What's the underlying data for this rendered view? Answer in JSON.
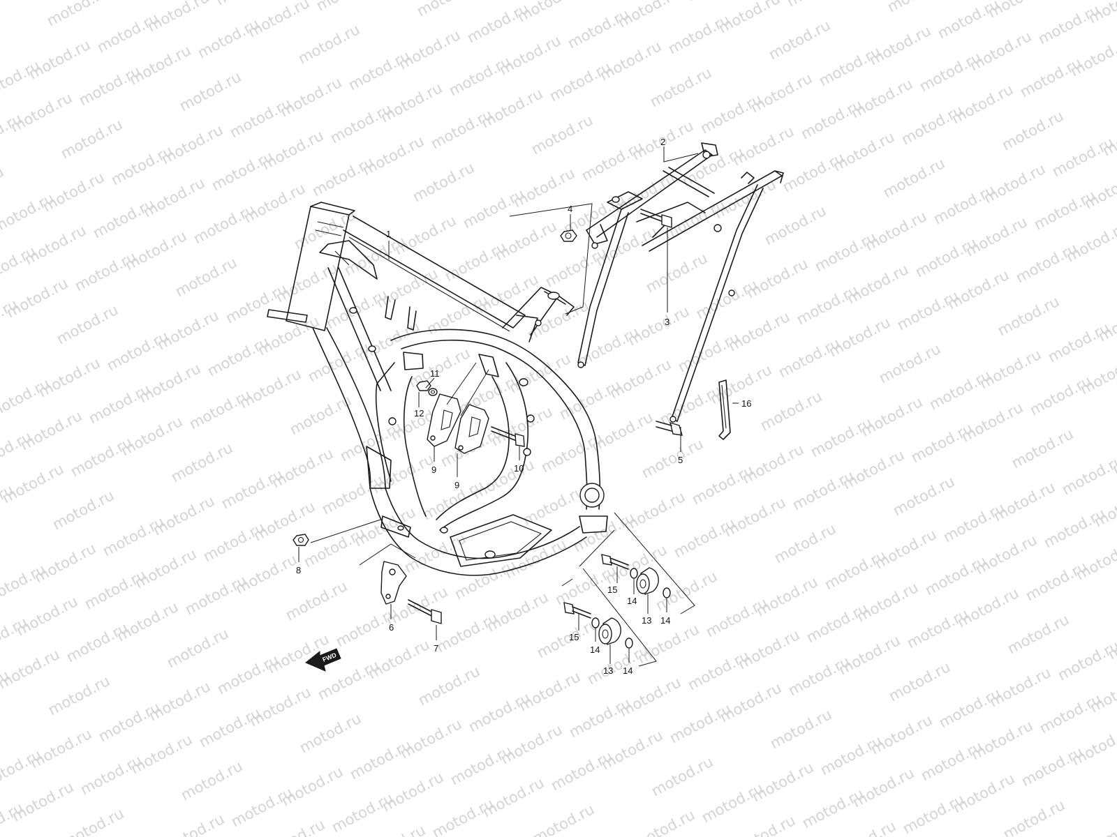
{
  "watermark": {
    "text": "motod.ru"
  },
  "colors": {
    "line": "#1a1a1a",
    "watermark": "#d4d4d4",
    "background": "#ffffff"
  },
  "direction_marker": {
    "label": "FWD",
    "icon": "fwd-arrow-icon"
  },
  "callouts": [
    {
      "id": "c1",
      "number": "1"
    },
    {
      "id": "c2",
      "number": "2"
    },
    {
      "id": "c3",
      "number": "3"
    },
    {
      "id": "c4",
      "number": "4"
    },
    {
      "id": "c5",
      "number": "5"
    },
    {
      "id": "c6",
      "number": "6"
    },
    {
      "id": "c7",
      "number": "7"
    },
    {
      "id": "c8",
      "number": "8"
    },
    {
      "id": "c9a",
      "number": "9"
    },
    {
      "id": "c9b",
      "number": "9"
    },
    {
      "id": "c10",
      "number": "10"
    },
    {
      "id": "c11",
      "number": "11"
    },
    {
      "id": "c12",
      "number": "12"
    },
    {
      "id": "c13a",
      "number": "13"
    },
    {
      "id": "c13b",
      "number": "13"
    },
    {
      "id": "c14a",
      "number": "14"
    },
    {
      "id": "c14b",
      "number": "14"
    },
    {
      "id": "c14c",
      "number": "14"
    },
    {
      "id": "c14d",
      "number": "14"
    },
    {
      "id": "c15a",
      "number": "15"
    },
    {
      "id": "c15b",
      "number": "15"
    },
    {
      "id": "c16",
      "number": "16"
    }
  ]
}
